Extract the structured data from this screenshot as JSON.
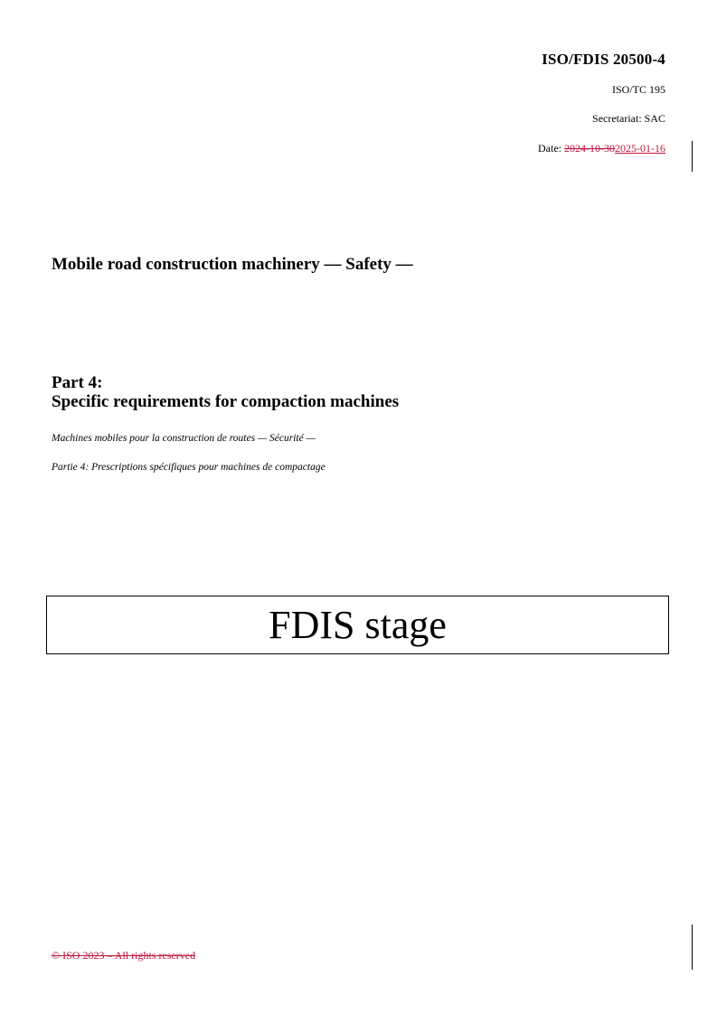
{
  "header": {
    "document_id": "ISO/FDIS 20500-4",
    "committee": "ISO/TC 195",
    "secretariat": "Secretariat: SAC",
    "date_label": "Date: ",
    "date_deleted": "2024-10-30",
    "date_inserted": "2025-01-16"
  },
  "title": {
    "main": "Mobile road construction machinery — Safety —",
    "part_label": "Part 4:",
    "part_title": "Specific requirements for compaction machines",
    "french_main": "Machines mobiles pour la construction de routes — Sécurité —",
    "french_part": "Partie 4: Prescriptions spécifiques pour machines de compactage"
  },
  "stage": {
    "label": "FDIS stage"
  },
  "footer": {
    "copyright_deleted": "© ISO 2023 – All rights reserved"
  },
  "colors": {
    "revision_mark": "#c0143c",
    "text": "#000000"
  }
}
